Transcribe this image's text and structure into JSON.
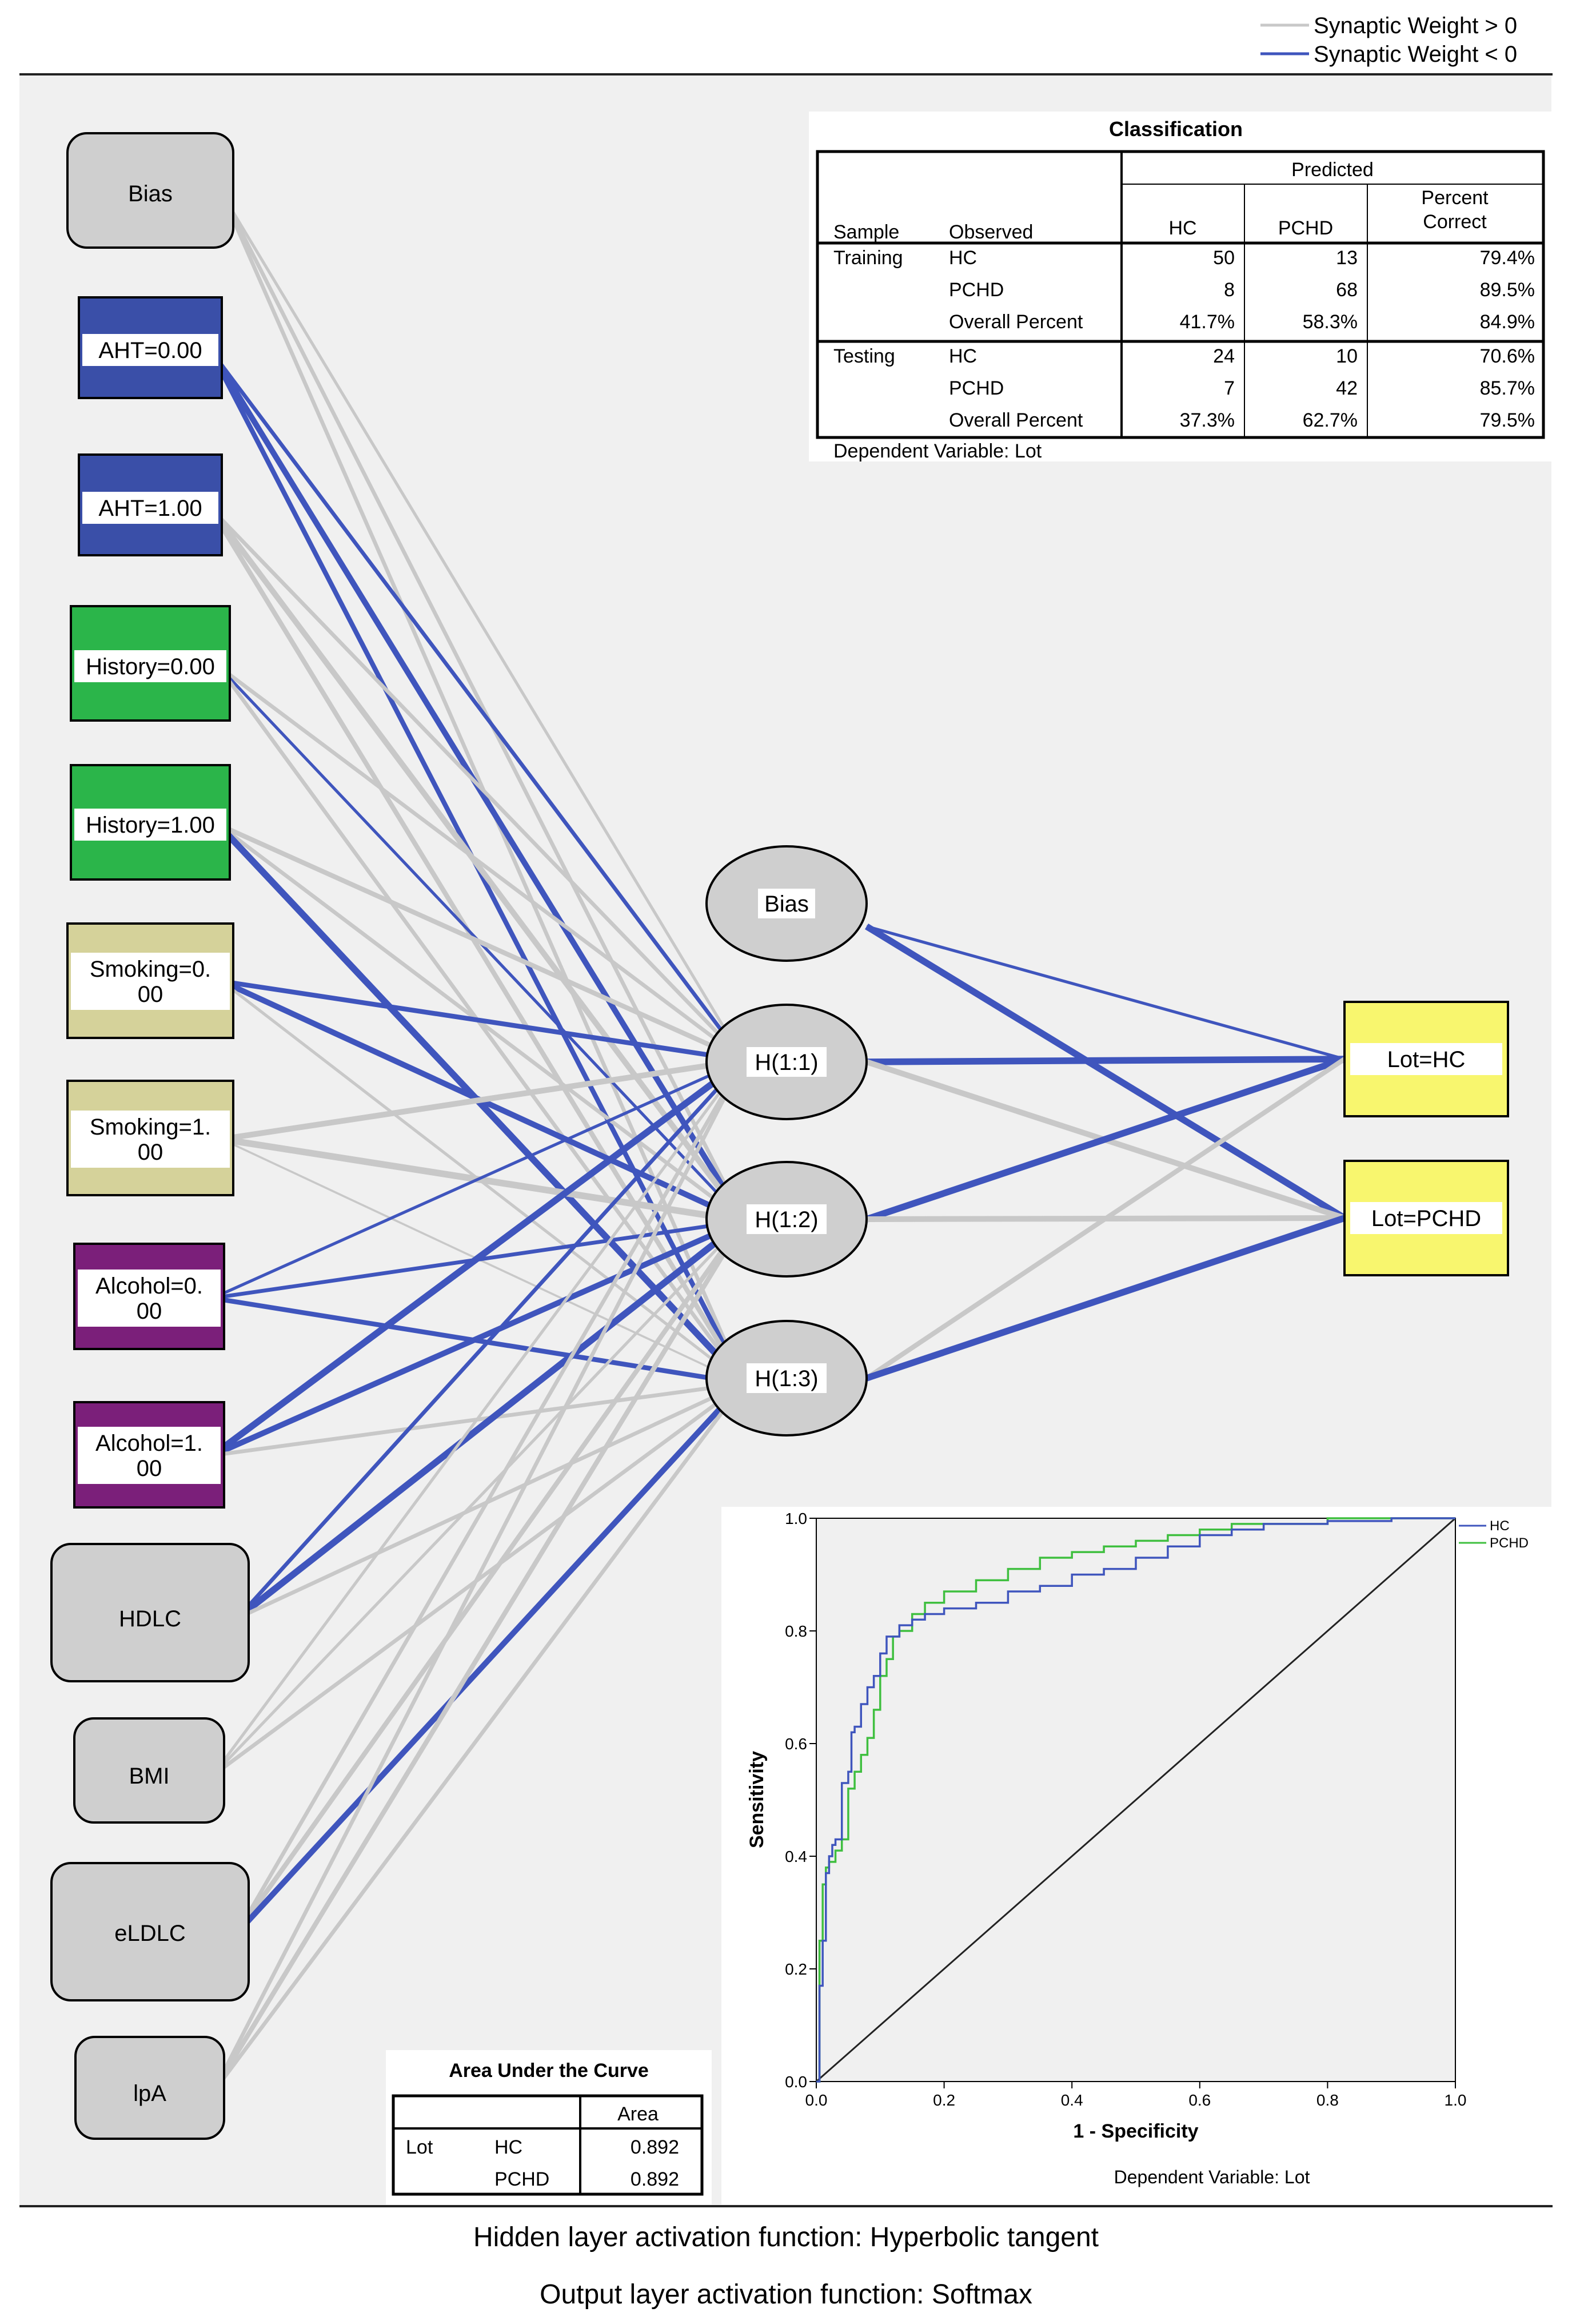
{
  "legend": {
    "positive_label": "Synaptic Weight > 0",
    "negative_label": "Synaptic Weight < 0",
    "positive_color": "#c8c8c8",
    "negative_color": "#3f55bd"
  },
  "network": {
    "input_nodes": [
      {
        "label": "Bias",
        "color": "#cfcfcf",
        "shape": "rounded"
      },
      {
        "label": "AHT=0.00",
        "color": "#3a4fa8",
        "shape": "square"
      },
      {
        "label": "AHT=1.00",
        "color": "#3a4fa8",
        "shape": "square"
      },
      {
        "label": "History=0.00",
        "color": "#2bb54a",
        "shape": "square"
      },
      {
        "label": "History=1.00",
        "color": "#2bb54a",
        "shape": "square"
      },
      {
        "label": "Smoking=0.\n00",
        "color": "#d5d29a",
        "shape": "square"
      },
      {
        "label": "Smoking=1.\n00",
        "color": "#d5d29a",
        "shape": "square"
      },
      {
        "label": "Alcohol=0.\n00",
        "color": "#7b1f7a",
        "shape": "square"
      },
      {
        "label": "Alcohol=1.\n00",
        "color": "#7b1f7a",
        "shape": "square"
      },
      {
        "label": "HDLC",
        "color": "#cfcfcf",
        "shape": "rounded"
      },
      {
        "label": "BMI",
        "color": "#cfcfcf",
        "shape": "rounded"
      },
      {
        "label": "eLDLC",
        "color": "#cfcfcf",
        "shape": "rounded"
      },
      {
        "label": "lpA",
        "color": "#cfcfcf",
        "shape": "rounded"
      }
    ],
    "hidden_nodes": [
      "Bias",
      "H(1:1)",
      "H(1:2)",
      "H(1:3)"
    ],
    "output_nodes": [
      "Lot=HC",
      "Lot=PCHD"
    ],
    "output_color": "#f8f66e",
    "input_hidden_edges": [
      {
        "from": 0,
        "to": 1,
        "sign": "+",
        "w": 2
      },
      {
        "from": 0,
        "to": 2,
        "sign": "+",
        "w": 3
      },
      {
        "from": 0,
        "to": 3,
        "sign": "+",
        "w": 3
      },
      {
        "from": 1,
        "to": 1,
        "sign": "-",
        "w": 3
      },
      {
        "from": 1,
        "to": 2,
        "sign": "-",
        "w": 5
      },
      {
        "from": 1,
        "to": 3,
        "sign": "-",
        "w": 4
      },
      {
        "from": 2,
        "to": 1,
        "sign": "+",
        "w": 3
      },
      {
        "from": 2,
        "to": 2,
        "sign": "+",
        "w": 5
      },
      {
        "from": 2,
        "to": 3,
        "sign": "+",
        "w": 4
      },
      {
        "from": 3,
        "to": 1,
        "sign": "+",
        "w": 3
      },
      {
        "from": 3,
        "to": 2,
        "sign": "-",
        "w": 2
      },
      {
        "from": 3,
        "to": 3,
        "sign": "+",
        "w": 3
      },
      {
        "from": 4,
        "to": 1,
        "sign": "+",
        "w": 4
      },
      {
        "from": 4,
        "to": 2,
        "sign": "+",
        "w": 3
      },
      {
        "from": 4,
        "to": 3,
        "sign": "-",
        "w": 6
      },
      {
        "from": 5,
        "to": 1,
        "sign": "-",
        "w": 4
      },
      {
        "from": 5,
        "to": 2,
        "sign": "-",
        "w": 5
      },
      {
        "from": 5,
        "to": 3,
        "sign": "+",
        "w": 2
      },
      {
        "from": 6,
        "to": 1,
        "sign": "+",
        "w": 5
      },
      {
        "from": 6,
        "to": 2,
        "sign": "+",
        "w": 6
      },
      {
        "from": 6,
        "to": 3,
        "sign": "+",
        "w": 1
      },
      {
        "from": 7,
        "to": 1,
        "sign": "-",
        "w": 2
      },
      {
        "from": 7,
        "to": 2,
        "sign": "-",
        "w": 3
      },
      {
        "from": 7,
        "to": 3,
        "sign": "-",
        "w": 4
      },
      {
        "from": 8,
        "to": 1,
        "sign": "-",
        "w": 6
      },
      {
        "from": 8,
        "to": 2,
        "sign": "-",
        "w": 5
      },
      {
        "from": 8,
        "to": 3,
        "sign": "+",
        "w": 3
      },
      {
        "from": 9,
        "to": 1,
        "sign": "-",
        "w": 3
      },
      {
        "from": 9,
        "to": 2,
        "sign": "-",
        "w": 6
      },
      {
        "from": 9,
        "to": 3,
        "sign": "+",
        "w": 3
      },
      {
        "from": 10,
        "to": 1,
        "sign": "+",
        "w": 2
      },
      {
        "from": 10,
        "to": 2,
        "sign": "+",
        "w": 2
      },
      {
        "from": 10,
        "to": 3,
        "sign": "+",
        "w": 3
      },
      {
        "from": 11,
        "to": 1,
        "sign": "+",
        "w": 3
      },
      {
        "from": 11,
        "to": 2,
        "sign": "+",
        "w": 4
      },
      {
        "from": 11,
        "to": 3,
        "sign": "-",
        "w": 5
      },
      {
        "from": 12,
        "to": 1,
        "sign": "+",
        "w": 3
      },
      {
        "from": 12,
        "to": 2,
        "sign": "+",
        "w": 4
      },
      {
        "from": 12,
        "to": 3,
        "sign": "+",
        "w": 3
      }
    ],
    "hidden_output_edges": [
      {
        "from": 0,
        "to": 0,
        "sign": "-",
        "w": 2
      },
      {
        "from": 0,
        "to": 1,
        "sign": "-",
        "w": 6
      },
      {
        "from": 1,
        "to": 0,
        "sign": "-",
        "w": 6
      },
      {
        "from": 1,
        "to": 1,
        "sign": "+",
        "w": 5
      },
      {
        "from": 2,
        "to": 0,
        "sign": "-",
        "w": 6
      },
      {
        "from": 2,
        "to": 1,
        "sign": "+",
        "w": 5
      },
      {
        "from": 3,
        "to": 0,
        "sign": "+",
        "w": 4
      },
      {
        "from": 3,
        "to": 1,
        "sign": "-",
        "w": 6
      }
    ]
  },
  "classification": {
    "title": "Classification",
    "predicted_header": "Predicted",
    "col_headers": [
      "Sample",
      "Observed",
      "HC",
      "PCHD",
      "Percent\nCorrect"
    ],
    "rows": [
      [
        "Training",
        "HC",
        "50",
        "13",
        "79.4%"
      ],
      [
        "",
        "PCHD",
        "8",
        "68",
        "89.5%"
      ],
      [
        "",
        "Overall Percent",
        "41.7%",
        "58.3%",
        "84.9%"
      ],
      [
        "Testing",
        "HC",
        "24",
        "10",
        "70.6%"
      ],
      [
        "",
        "PCHD",
        "7",
        "42",
        "85.7%"
      ],
      [
        "",
        "Overall Percent",
        "37.3%",
        "62.7%",
        "79.5%"
      ]
    ],
    "footnote": "Dependent Variable: Lot"
  },
  "auc": {
    "title": "Area Under the Curve",
    "col_header": "Area",
    "rows": [
      [
        "Lot",
        "HC",
        "0.892"
      ],
      [
        "",
        "PCHD",
        "0.892"
      ]
    ]
  },
  "chart_data": {
    "type": "line",
    "title": "",
    "xlabel": "1 - Specificity",
    "ylabel": "Sensitivity",
    "xlim": [
      0,
      1
    ],
    "ylim": [
      0,
      1
    ],
    "xticks": [
      "0.0",
      "0.2",
      "0.4",
      "0.6",
      "0.8",
      "1.0"
    ],
    "yticks": [
      "0.0",
      "0.2",
      "0.4",
      "0.6",
      "0.8",
      "1.0"
    ],
    "legend_position": "right",
    "footnote": "Dependent Variable: Lot",
    "series": [
      {
        "name": "HC",
        "color": "#3f55bd",
        "x": [
          0,
          0.005,
          0.01,
          0.015,
          0.02,
          0.025,
          0.03,
          0.04,
          0.05,
          0.055,
          0.06,
          0.07,
          0.08,
          0.09,
          0.1,
          0.11,
          0.12,
          0.13,
          0.15,
          0.17,
          0.2,
          0.25,
          0.3,
          0.35,
          0.4,
          0.45,
          0.5,
          0.55,
          0.6,
          0.65,
          0.7,
          0.8,
          0.9,
          1.0
        ],
        "y": [
          0,
          0.17,
          0.25,
          0.37,
          0.4,
          0.42,
          0.43,
          0.53,
          0.55,
          0.62,
          0.63,
          0.67,
          0.7,
          0.72,
          0.76,
          0.79,
          0.79,
          0.81,
          0.82,
          0.83,
          0.84,
          0.85,
          0.87,
          0.88,
          0.9,
          0.91,
          0.93,
          0.95,
          0.97,
          0.98,
          0.99,
          0.995,
          1.0,
          1.0
        ]
      },
      {
        "name": "PCHD",
        "color": "#3fbf3f",
        "x": [
          0,
          0.005,
          0.01,
          0.015,
          0.02,
          0.03,
          0.04,
          0.05,
          0.06,
          0.07,
          0.08,
          0.09,
          0.1,
          0.11,
          0.12,
          0.13,
          0.15,
          0.17,
          0.2,
          0.25,
          0.3,
          0.35,
          0.4,
          0.45,
          0.5,
          0.55,
          0.6,
          0.65,
          0.7,
          0.8,
          0.9,
          1.0
        ],
        "y": [
          0,
          0.25,
          0.35,
          0.38,
          0.39,
          0.41,
          0.43,
          0.52,
          0.55,
          0.58,
          0.61,
          0.66,
          0.72,
          0.75,
          0.79,
          0.8,
          0.83,
          0.85,
          0.87,
          0.89,
          0.91,
          0.93,
          0.94,
          0.95,
          0.96,
          0.97,
          0.98,
          0.99,
          0.99,
          1.0,
          1.0,
          1.0
        ]
      }
    ]
  },
  "footer": {
    "hidden_activation": "Hidden layer activation function: Hyperbolic tangent",
    "output_activation": "Output layer activation function: Softmax"
  }
}
